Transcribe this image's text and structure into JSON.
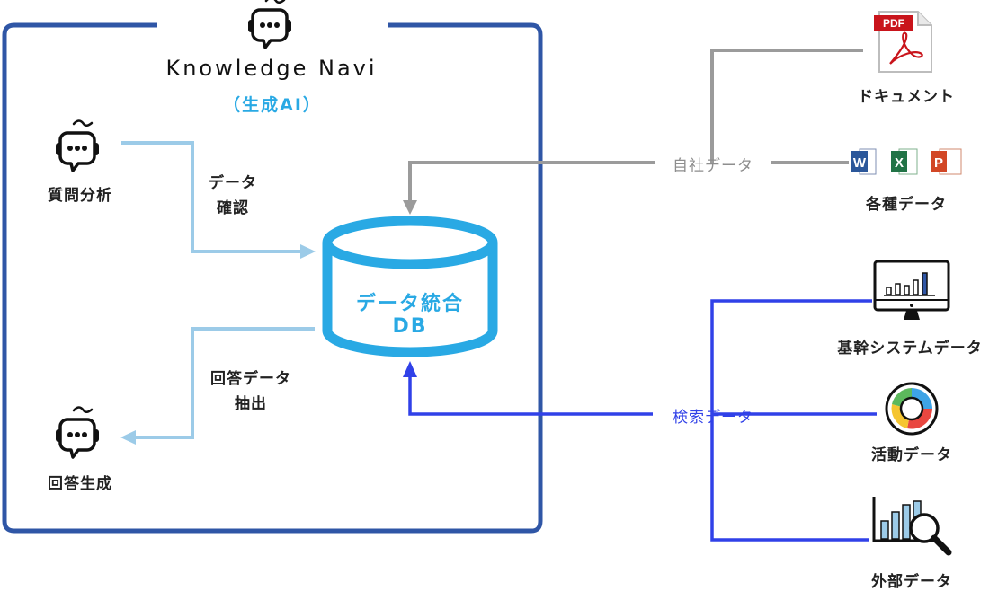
{
  "app": {
    "title": "Knowledge Navi",
    "subtitle": "（生成AI）"
  },
  "nodes": {
    "question_analysis": "質問分析",
    "answer_generation": "回答生成",
    "db_line1": "データ統合",
    "db_line2": "DB",
    "document": "ドキュメント",
    "various_data": "各種データ",
    "core_system": "基幹システムデータ",
    "activity": "活動データ",
    "external": "外部データ"
  },
  "edges": {
    "data_check_1": "データ",
    "data_check_2": "確認",
    "answer_extract_1": "回答データ",
    "answer_extract_2": "抽出",
    "internal_data": "自社データ",
    "search_data": "検索データ"
  },
  "icons": {
    "pdf_label": "PDF",
    "word": "W",
    "excel": "X",
    "powerpoint": "P"
  },
  "colors": {
    "frame": "#2f56a6",
    "light_blue": "#9ccbe8",
    "db": "#29a9e4",
    "gray": "#9b9b9b",
    "search_blue": "#3041e8"
  }
}
